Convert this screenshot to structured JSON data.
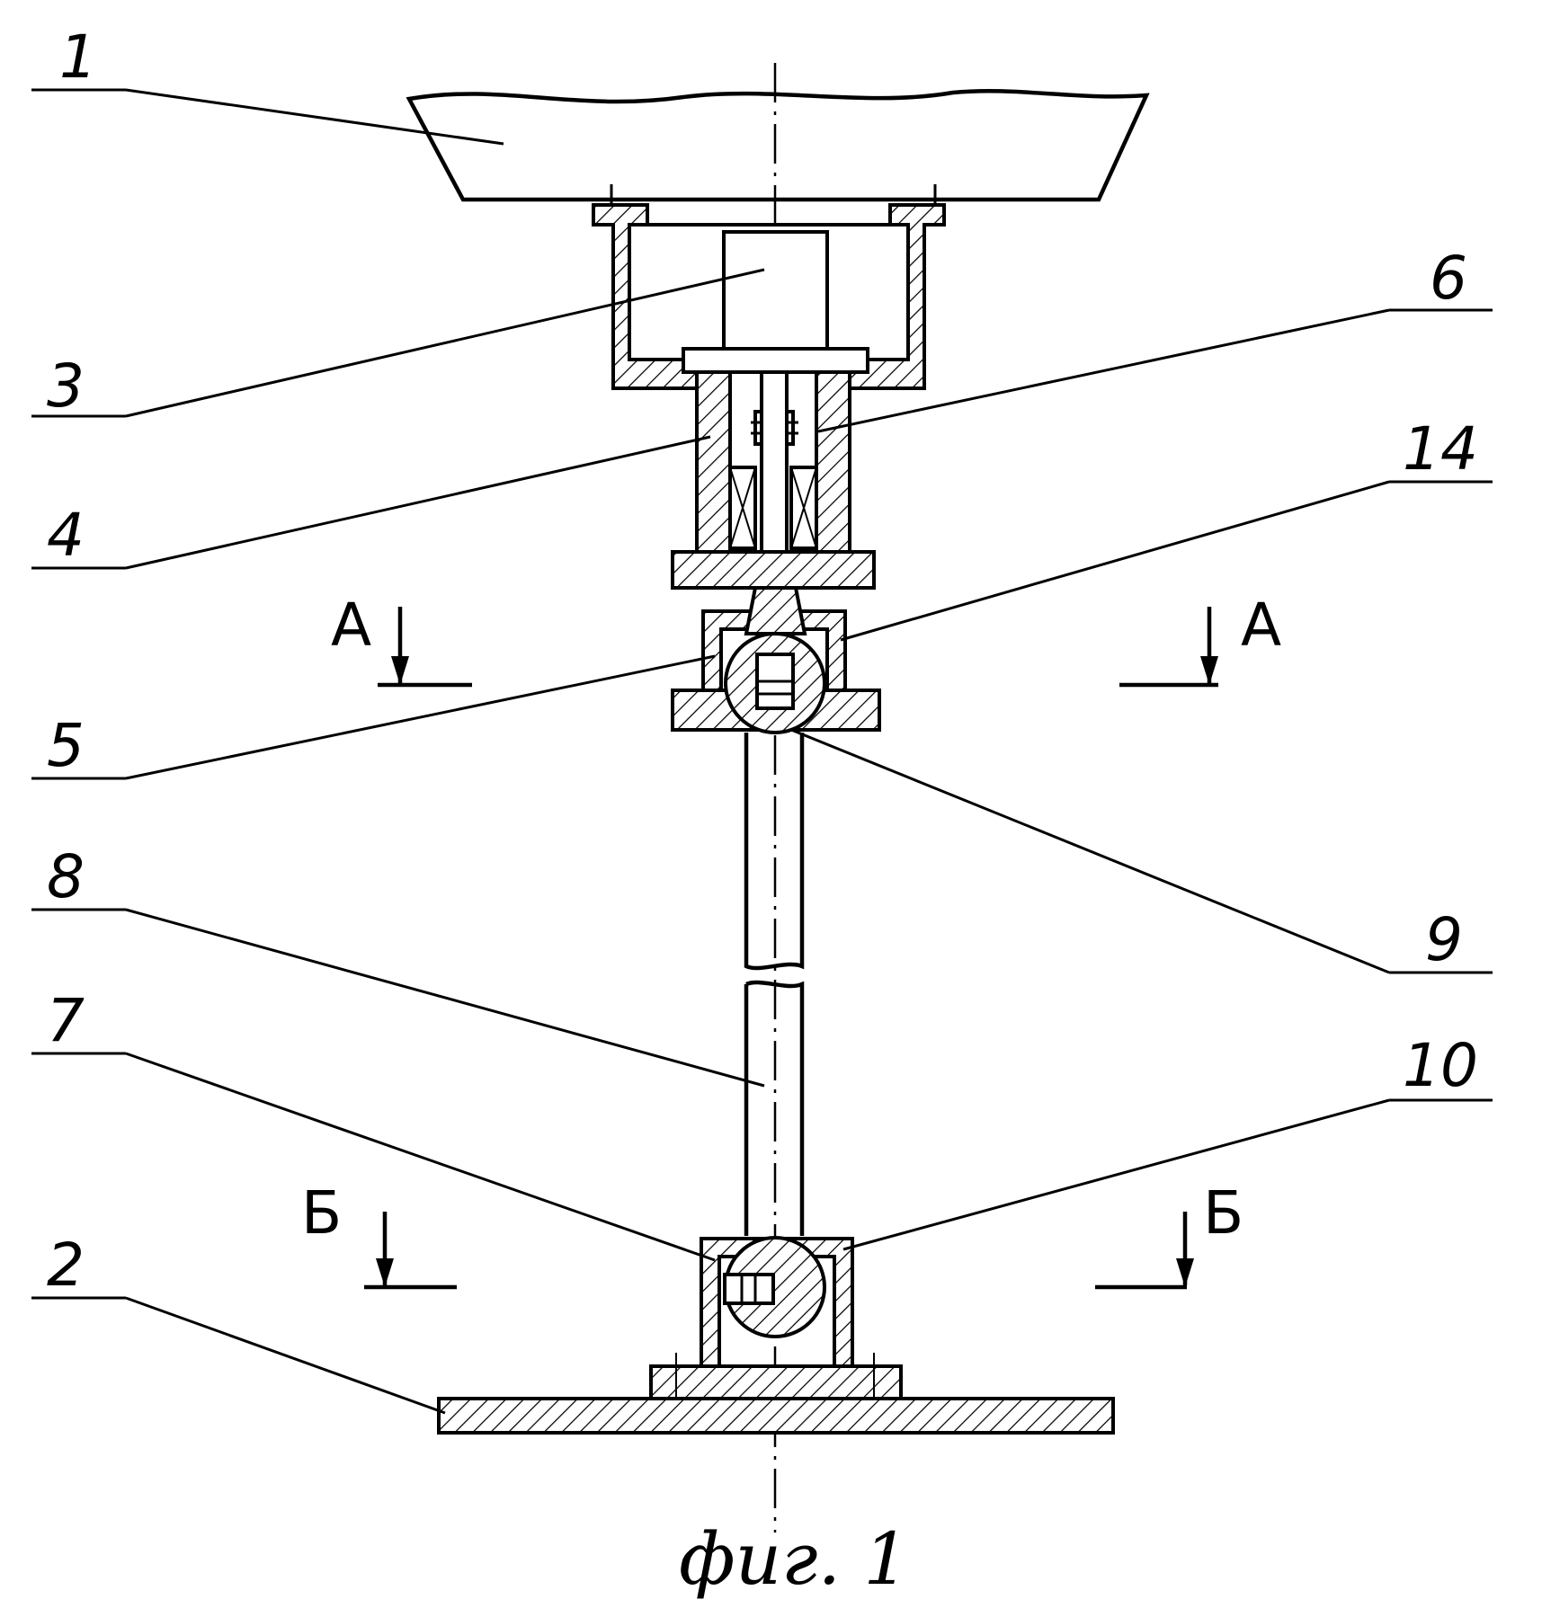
{
  "figure": {
    "caption": "фиг. 1"
  },
  "callouts": {
    "c1": "1",
    "c2": "2",
    "c3": "3",
    "c4": "4",
    "c5": "5",
    "c6": "6",
    "c7": "7",
    "c8": "8",
    "c9": "9",
    "c10": "10",
    "c14": "14"
  },
  "sections": {
    "a_left": "A",
    "a_right": "A",
    "b_left": "Б",
    "b_right": "Б"
  }
}
